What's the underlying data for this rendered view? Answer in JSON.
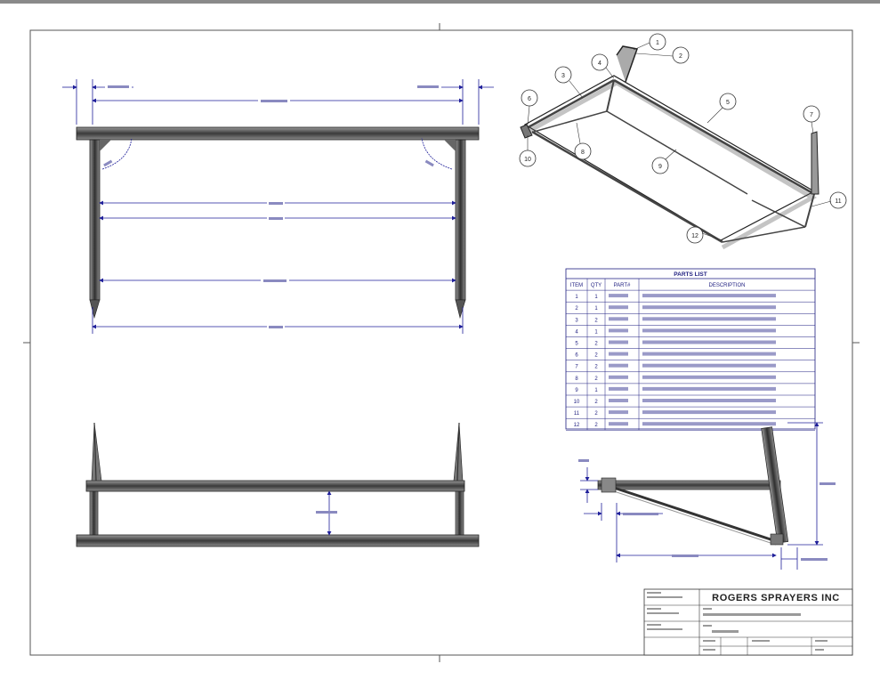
{
  "drawing": {
    "colors": {
      "dimension": "#1f1f9a",
      "frame": "#404040",
      "tube_dark": "#3a3a3a",
      "tube_light": "#9a9a9a"
    },
    "parts_list": {
      "title": "PARTS LIST",
      "headers": [
        "ITEM",
        "QTY",
        "PART#",
        "DESCRIPTION"
      ],
      "rows": [
        [
          "1",
          "1",
          "",
          ""
        ],
        [
          "2",
          "1",
          "",
          ""
        ],
        [
          "3",
          "2",
          "",
          ""
        ],
        [
          "4",
          "1",
          "",
          ""
        ],
        [
          "5",
          "2",
          "",
          ""
        ],
        [
          "6",
          "2",
          "",
          ""
        ],
        [
          "7",
          "2",
          "",
          ""
        ],
        [
          "8",
          "2",
          "",
          ""
        ],
        [
          "9",
          "1",
          "",
          ""
        ],
        [
          "10",
          "2",
          "",
          ""
        ],
        [
          "11",
          "2",
          "",
          ""
        ],
        [
          "12",
          "2",
          "",
          ""
        ]
      ]
    },
    "balloons": [
      "1",
      "2",
      "3",
      "4",
      "5",
      "6",
      "7",
      "8",
      "9",
      "10",
      "11",
      "12"
    ],
    "title_block": {
      "company": "ROGERS SPRAYERS INC"
    }
  }
}
